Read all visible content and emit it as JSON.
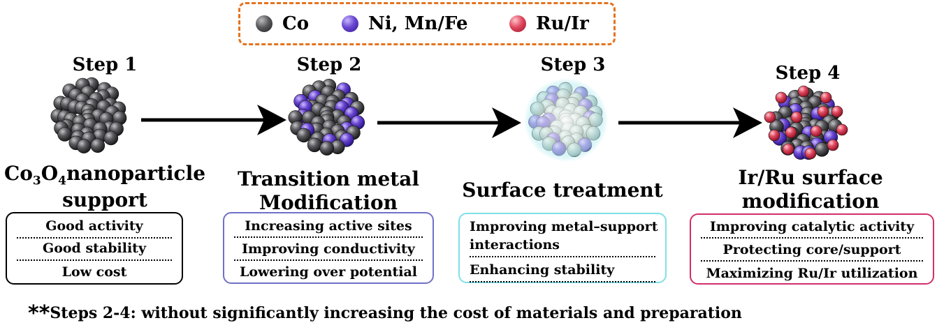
{
  "legend": {
    "items": [
      {
        "label": "Co",
        "color": "#3b3a3c"
      },
      {
        "label": "Ni, Mn/Fe",
        "color": "#6640c8"
      },
      {
        "label": "Ru/Ir",
        "color": "#d2344a"
      }
    ]
  },
  "steps": [
    {
      "label": "Step 1",
      "title_main": "Co",
      "sub1": "3",
      "title_o": "O",
      "sub2": "4",
      "title_rest": "nanoparticle",
      "title_line2": "support",
      "box_color": "#000000",
      "items": [
        "Good activity",
        "Good stability",
        "Low cost"
      ]
    },
    {
      "label": "Step 2",
      "title_line1": "Transition metal",
      "title_line2": "Modification",
      "box_color": "#7070c8",
      "items": [
        "Increasing  active sites",
        "Improving conductivity",
        "Lowering over potential"
      ]
    },
    {
      "label": "Step 3",
      "title_line1": "Surface treatment",
      "box_color": "#7fe0e6",
      "items": [
        "Improving metal–support",
        "interactions",
        "Enhancing stability"
      ]
    },
    {
      "label": "Step 4",
      "title_line1": "Ir/Ru surface",
      "title_line2": "modification",
      "box_color": "#d0306a",
      "items": [
        "Improving  catalytic activity",
        "Protecting core/support",
        "Maximizing Ru/Ir utilization"
      ]
    }
  ],
  "footnote": {
    "prefix": "**",
    "text": "Steps 2-4: without significantly increasing the cost of materials and preparation"
  }
}
